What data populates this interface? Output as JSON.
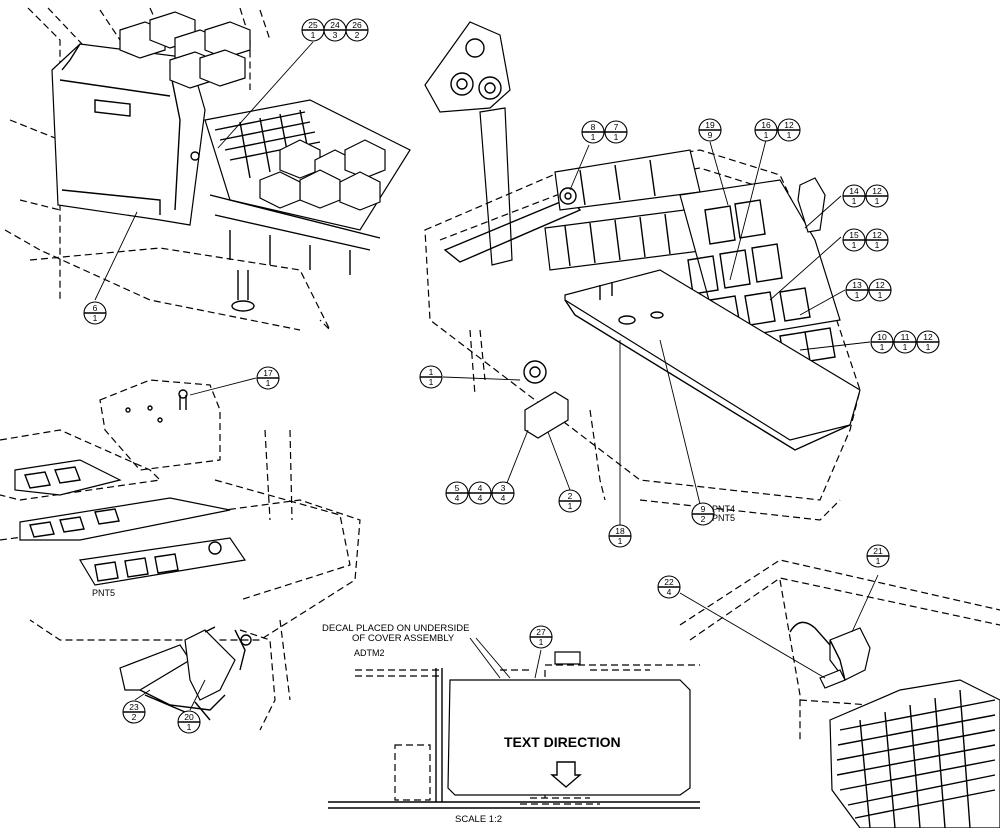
{
  "balloons": [
    {
      "id": "b25-1",
      "top": "25",
      "bottom": "1"
    },
    {
      "id": "b24-3",
      "top": "24",
      "bottom": "3"
    },
    {
      "id": "b26-2",
      "top": "26",
      "bottom": "2"
    },
    {
      "id": "b6-1",
      "top": "6",
      "bottom": "1"
    },
    {
      "id": "b8-1",
      "top": "8",
      "bottom": "1"
    },
    {
      "id": "b7-1",
      "top": "7",
      "bottom": "1"
    },
    {
      "id": "b19-9",
      "top": "19",
      "bottom": "9"
    },
    {
      "id": "b16-1",
      "top": "16",
      "bottom": "1"
    },
    {
      "id": "b12-1a",
      "top": "12",
      "bottom": "1"
    },
    {
      "id": "b14-1",
      "top": "14",
      "bottom": "1"
    },
    {
      "id": "b12-1b",
      "top": "12",
      "bottom": "1"
    },
    {
      "id": "b15-1",
      "top": "15",
      "bottom": "1"
    },
    {
      "id": "b12-1c",
      "top": "12",
      "bottom": "1"
    },
    {
      "id": "b13-1",
      "top": "13",
      "bottom": "1"
    },
    {
      "id": "b12-1d",
      "top": "12",
      "bottom": "1"
    },
    {
      "id": "b10-1",
      "top": "10",
      "bottom": "1"
    },
    {
      "id": "b11-1",
      "top": "11",
      "bottom": "1"
    },
    {
      "id": "b12-1e",
      "top": "12",
      "bottom": "1"
    },
    {
      "id": "b1-1",
      "top": "1",
      "bottom": "1"
    },
    {
      "id": "b17-1",
      "top": "17",
      "bottom": "1"
    },
    {
      "id": "b5-4",
      "top": "5",
      "bottom": "4"
    },
    {
      "id": "b4-4",
      "top": "4",
      "bottom": "4"
    },
    {
      "id": "b3-4",
      "top": "3",
      "bottom": "4"
    },
    {
      "id": "b2-1",
      "top": "2",
      "bottom": "1"
    },
    {
      "id": "b18-1",
      "top": "18",
      "bottom": "1"
    },
    {
      "id": "b9-2",
      "top": "9",
      "bottom": "2"
    },
    {
      "id": "b21-1",
      "top": "21",
      "bottom": "1"
    },
    {
      "id": "b22-4",
      "top": "22",
      "bottom": "4"
    },
    {
      "id": "b27-1",
      "top": "27",
      "bottom": "1"
    },
    {
      "id": "b23-2",
      "top": "23",
      "bottom": "2"
    },
    {
      "id": "b20-1",
      "top": "20",
      "bottom": "1"
    }
  ],
  "labels": {
    "pnt4": "PNT4",
    "pnt5a": "PNT5",
    "pnt5b": "PNT5",
    "decal_line1": "DECAL PLACED ON UNDERSIDE",
    "decal_line2": "OF COVER ASSEMBLY",
    "adtm": "ADTM2",
    "text_direction": "TEXT DIRECTION",
    "scale": "SCALE  1:2"
  }
}
